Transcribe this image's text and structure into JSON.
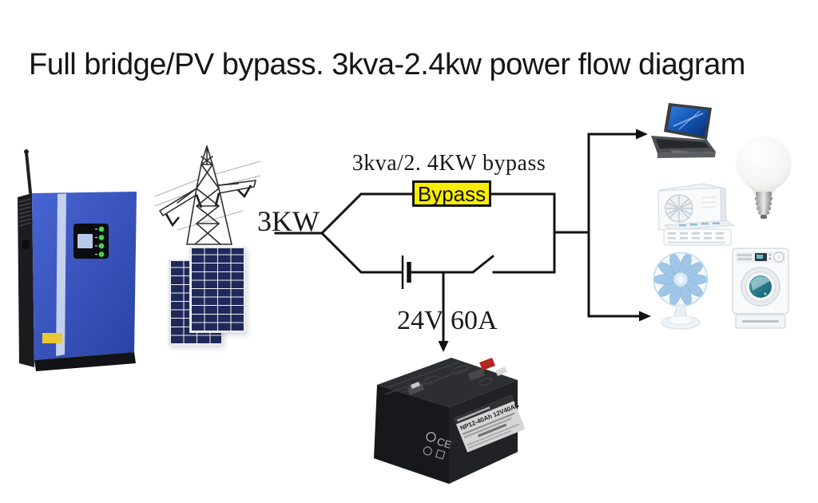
{
  "title": "Full bridge/PV bypass. 3kva-2.4kw power flow diagram",
  "flow": {
    "source_power": "3KW",
    "bypass_caption": "3kva/2. 4KW bypass",
    "bypass_box_label": "Bypass",
    "battery_volts": "24V",
    "battery_amps": "60A"
  },
  "battery": {
    "model_label": "NP12-40Ah 12V40Ah",
    "ce_mark": "CE"
  },
  "components": {
    "inverter": "hybrid-solar-inverter",
    "grid_source": "transmission-tower",
    "pv_source": "solar-panel-array",
    "storage": "lead-acid-battery",
    "loads": [
      "laptop",
      "light-bulb",
      "air-conditioner",
      "electric-fan",
      "washing-machine"
    ]
  },
  "colors": {
    "wire": "#111111",
    "bypass_highlight": "#fcee00",
    "inverter_blue": "#3b57c8",
    "solar_panel_navy": "#20295a",
    "fan_blue": "#9cc4e6",
    "washer_drum_teal": "#2d8fa0"
  }
}
